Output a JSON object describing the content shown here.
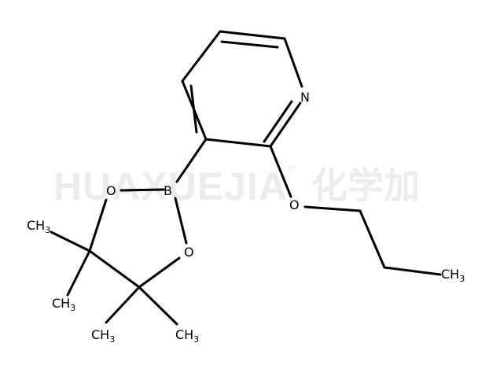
{
  "watermark": {
    "latin": "HUAXUEJIA",
    "registered": "®",
    "cjk": "化学加"
  },
  "atoms": {
    "n": "N",
    "o_ether": "O",
    "b": "B",
    "o_ring_top": "O",
    "o_ring_bottom": "O",
    "ch3_propyl": {
      "main": "CH",
      "sub": "3"
    },
    "ch3_upper_left": {
      "main": "CH",
      "sub": "3"
    },
    "ch3_lower_left": {
      "main": "CH",
      "sub": "3"
    },
    "ch3_bottom_left": {
      "main": "CH",
      "sub": "3"
    },
    "ch3_bottom_right": {
      "main": "CH",
      "sub": "3"
    }
  },
  "colors": {
    "bond": "#000000",
    "watermark": "#ececec",
    "background": "#ffffff"
  }
}
